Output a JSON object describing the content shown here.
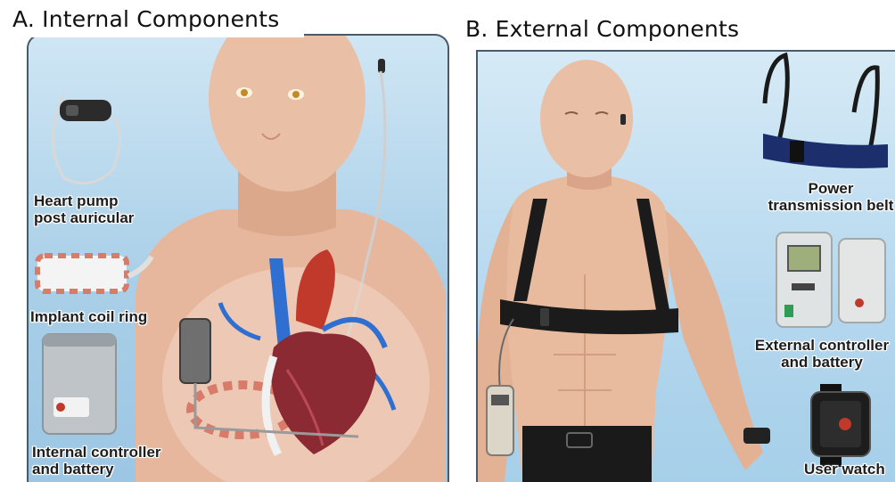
{
  "panel_a": {
    "title": "A. Internal Components",
    "labels": {
      "heart_pump": [
        "Heart pump",
        "post auricular"
      ],
      "coil_ring": "Implant coil ring",
      "controller": [
        "Internal controller",
        "and battery"
      ]
    }
  },
  "panel_b": {
    "title": "B. External Components",
    "labels": {
      "belt": [
        "Power",
        "transmission belt"
      ],
      "controller": [
        "External controller",
        "and battery"
      ],
      "watch": "User watch"
    }
  },
  "colors": {
    "background": "#a9cfe8",
    "skin": "#e8bca2",
    "strap": "#1b1b1b",
    "belt_blue": "#1c2e6b",
    "artery_red": "#c0392b",
    "vein_blue": "#2f6fd1"
  }
}
